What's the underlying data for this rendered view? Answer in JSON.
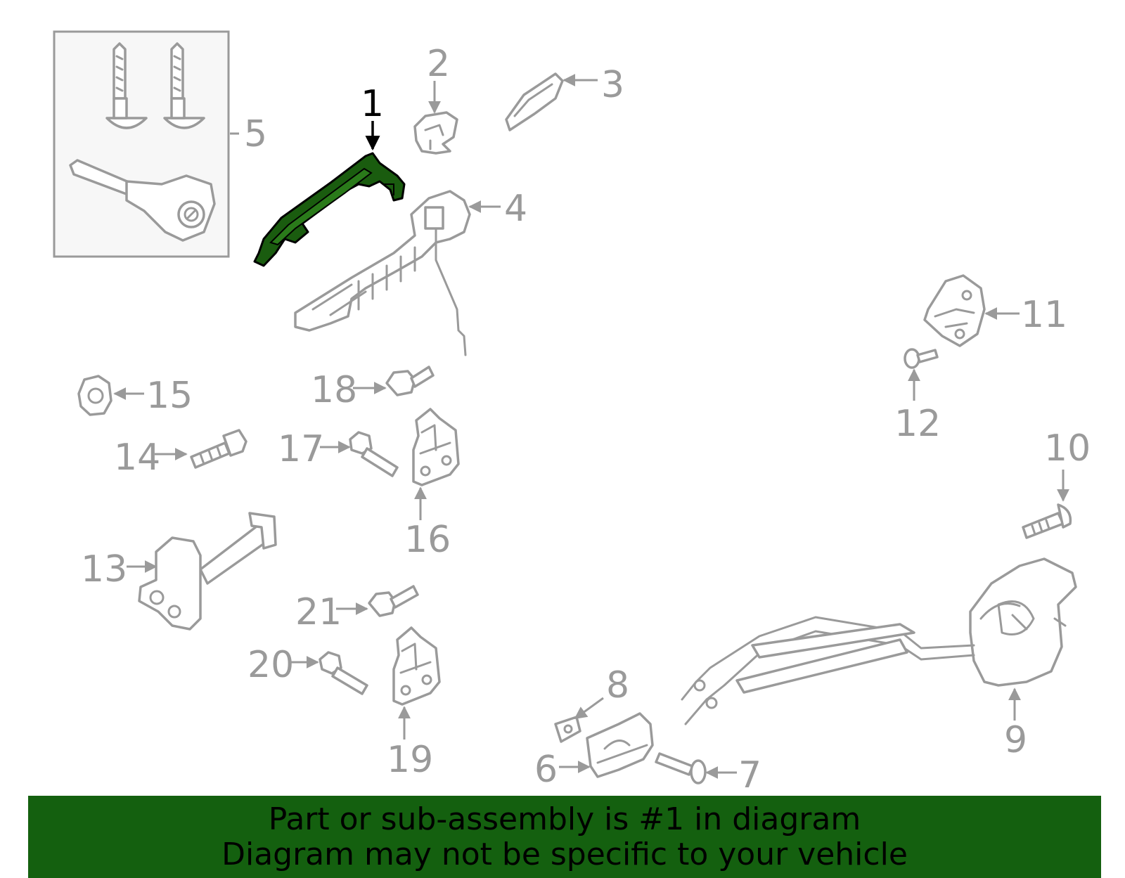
{
  "colors": {
    "highlight": "#1a5c0f",
    "banner_bg": "#14600f",
    "line": "#9a9a9a",
    "text_highlight": "#000000",
    "inset_bg": "#f7f7f7"
  },
  "callouts": {
    "c1": "1",
    "c2": "2",
    "c3": "3",
    "c4": "4",
    "c5": "5",
    "c6": "6",
    "c7": "7",
    "c8": "8",
    "c9": "9",
    "c10": "10",
    "c11": "11",
    "c12": "12",
    "c13": "13",
    "c14": "14",
    "c15": "15",
    "c16": "16",
    "c17": "17",
    "c18": "18",
    "c19": "19",
    "c20": "20",
    "c21": "21"
  },
  "highlighted_part": "1",
  "banner": {
    "line1": "Part or sub-assembly is #1 in diagram",
    "line2": "Diagram may not be specific to your vehicle"
  }
}
